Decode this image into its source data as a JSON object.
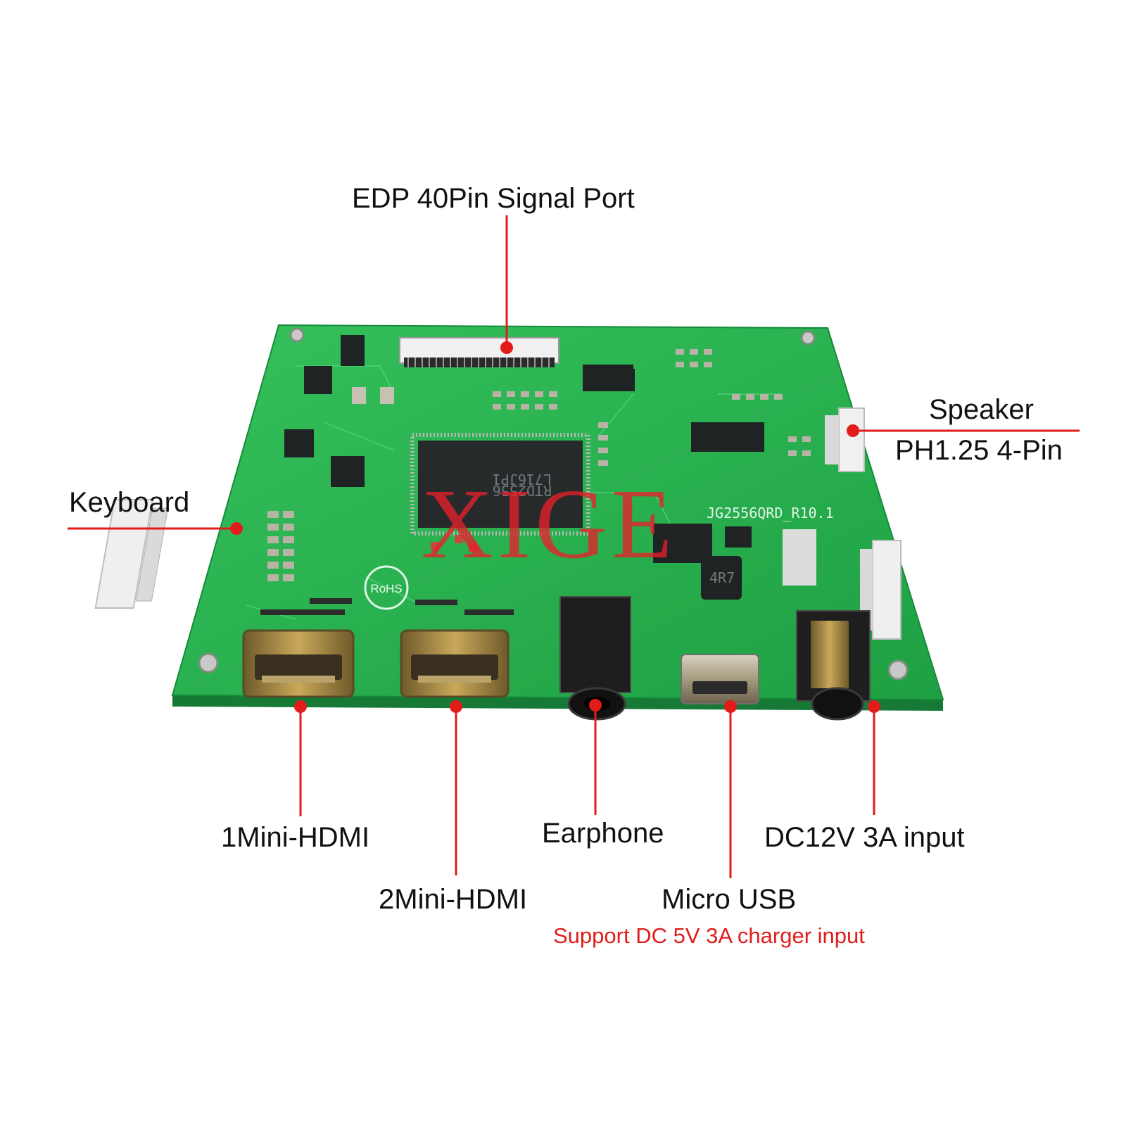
{
  "colors": {
    "background": "#ffffff",
    "callout": "#e21b1b",
    "pcb": "#22b14c",
    "pcb_edge": "#167a36",
    "note": "#e21b1b"
  },
  "labels": {
    "edp": "EDP 40Pin Signal Port",
    "speaker_line1": "Speaker",
    "speaker_line2": "PH1.25 4-Pin",
    "keyboard": "Keyboard",
    "hdmi1": "1Mini-HDMI",
    "hdmi2": "2Mini-HDMI",
    "earphone": "Earphone",
    "microusb": "Micro USB",
    "dc": "DC12V 3A input",
    "note": "Support DC 5V 3A charger input"
  },
  "board": {
    "model": "JG2556QRD_R10.1",
    "rohs": "RoHS",
    "chip_line1": "RTD2556",
    "chip_line2": "L716JP1",
    "inductor": "4R7"
  },
  "watermark": {
    "text": "XIGE",
    "color": "#e8202a"
  }
}
